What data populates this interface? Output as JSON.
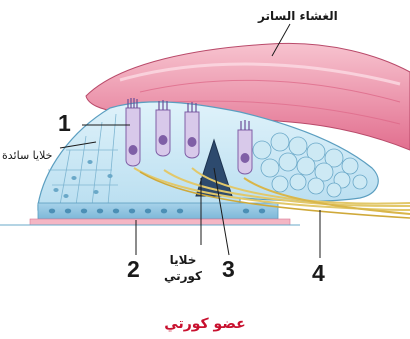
{
  "labels": {
    "tectorial_membrane": "الغشاء الساتر",
    "supporting_cells": "خلايا سائدة",
    "corti_cells_line1": "خلايا",
    "corti_cells_line2": "كورتي",
    "num1": "1",
    "num2": "2",
    "num3": "3",
    "num4": "4"
  },
  "caption": "عضو كورتي",
  "colors": {
    "membrane": "#e77f9b",
    "membrane_light": "#f6bfcc",
    "tissue": "#cde9f4",
    "tissue_edge": "#5b9ec0",
    "hair_cell": "#d8c9ea",
    "nucleus": "#7f5fa6",
    "nerve": "#e2c86a",
    "caption": "#c8102e"
  }
}
